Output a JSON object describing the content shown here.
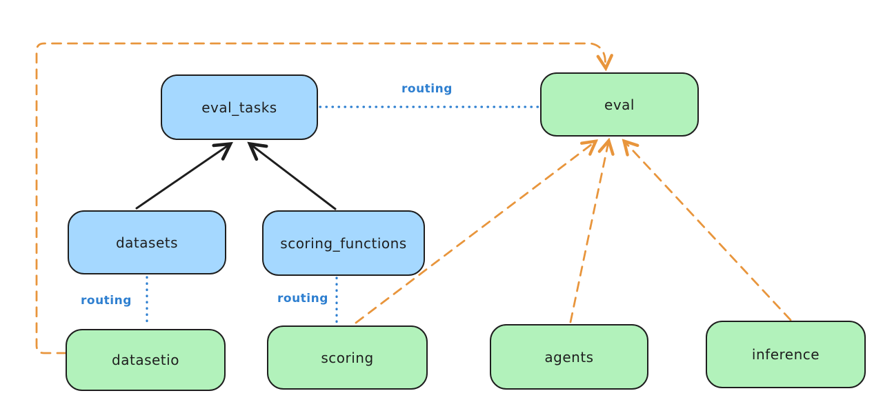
{
  "canvas": {
    "background": "#ffffff"
  },
  "colors": {
    "node_blue_fill": "#a5d8ff",
    "node_green_fill": "#b2f2bb",
    "node_stroke": "#1e1e1e",
    "routing_blue": "#2e7fd0",
    "orange_dashed": "#e8953c",
    "black_arrow": "#1e1e1e"
  },
  "diagram": {
    "nodes": [
      {
        "id": "eval_tasks",
        "label": "eval_tasks",
        "color": "blue"
      },
      {
        "id": "eval",
        "label": "eval",
        "color": "green"
      },
      {
        "id": "datasets",
        "label": "datasets",
        "color": "blue"
      },
      {
        "id": "scoring_functions",
        "label": "scoring_functions",
        "color": "blue"
      },
      {
        "id": "datasetio",
        "label": "datasetio",
        "color": "green"
      },
      {
        "id": "scoring",
        "label": "scoring",
        "color": "green"
      },
      {
        "id": "agents",
        "label": "agents",
        "color": "green"
      },
      {
        "id": "inference",
        "label": "inference",
        "color": "green"
      }
    ],
    "edges": [
      {
        "from": "datasets",
        "to": "eval_tasks",
        "style": "solid-black-arrow"
      },
      {
        "from": "scoring_functions",
        "to": "eval_tasks",
        "style": "solid-black-arrow"
      },
      {
        "from": "eval_tasks",
        "to": "eval",
        "style": "dotted-blue",
        "label": "routing"
      },
      {
        "from": "datasets",
        "to": "datasetio",
        "style": "dotted-blue",
        "label": "routing"
      },
      {
        "from": "scoring_functions",
        "to": "scoring",
        "style": "dotted-blue",
        "label": "routing"
      },
      {
        "from": "datasetio",
        "to": "eval",
        "style": "dashed-orange-arrow"
      },
      {
        "from": "scoring",
        "to": "eval",
        "style": "dashed-orange-arrow"
      },
      {
        "from": "agents",
        "to": "eval",
        "style": "dashed-orange-arrow"
      },
      {
        "from": "inference",
        "to": "eval",
        "style": "dashed-orange-arrow"
      }
    ]
  }
}
